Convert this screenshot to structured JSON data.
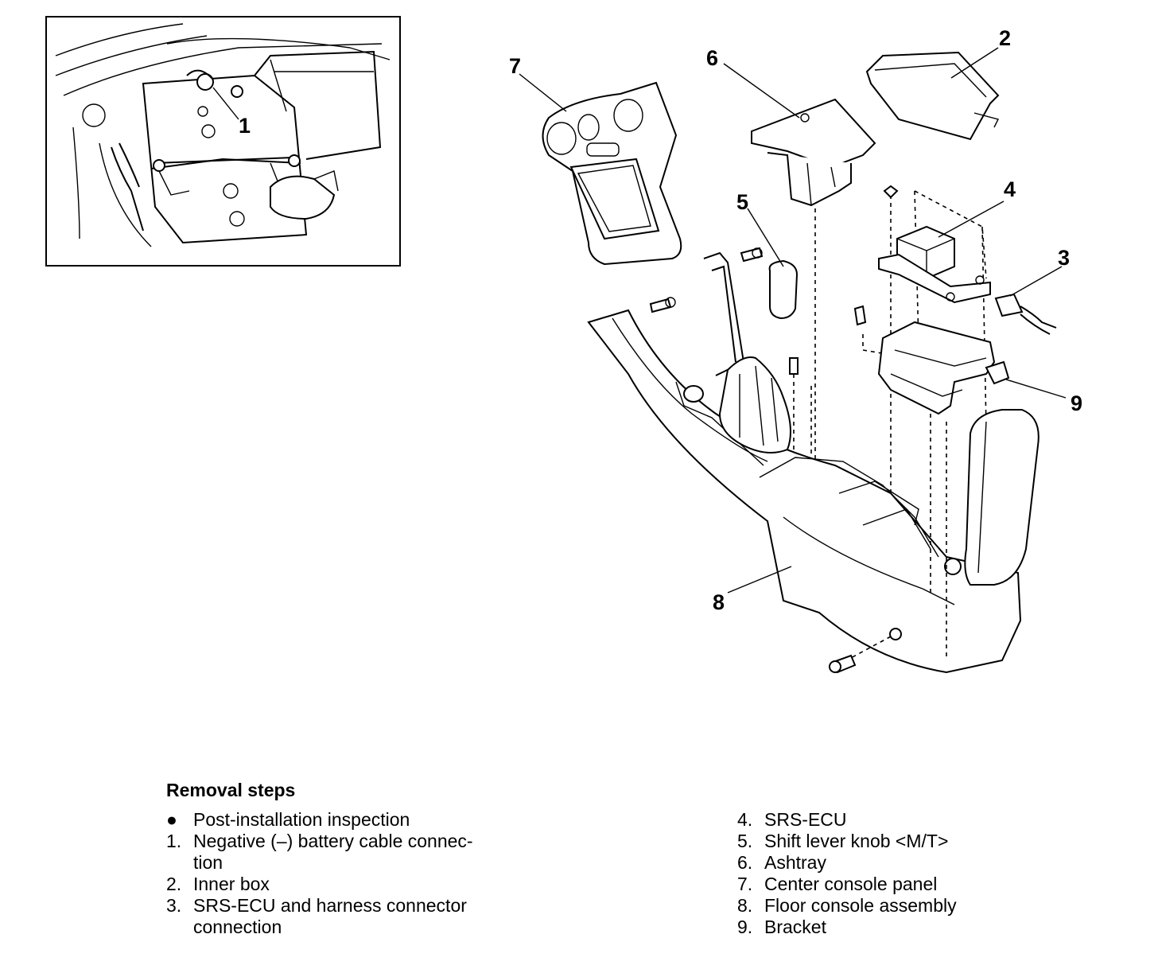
{
  "diagram": {
    "callouts": [
      "1",
      "2",
      "3",
      "4",
      "5",
      "6",
      "7",
      "8",
      "9"
    ]
  },
  "legend": {
    "title": "Removal steps",
    "left": [
      {
        "marker": "●",
        "text": "Post-installation inspection"
      },
      {
        "marker": "1.",
        "text": "Negative (–) battery cable connec-\ntion"
      },
      {
        "marker": "2.",
        "text": "Inner box"
      },
      {
        "marker": "3.",
        "text": "SRS-ECU and harness connector\nconnection"
      }
    ],
    "right": [
      {
        "marker": "4.",
        "text": "SRS-ECU"
      },
      {
        "marker": "5.",
        "text": "Shift lever knob <M/T>"
      },
      {
        "marker": "6.",
        "text": "Ashtray"
      },
      {
        "marker": "7.",
        "text": "Center console panel"
      },
      {
        "marker": "8.",
        "text": "Floor console assembly"
      },
      {
        "marker": "9.",
        "text": "Bracket"
      }
    ]
  }
}
